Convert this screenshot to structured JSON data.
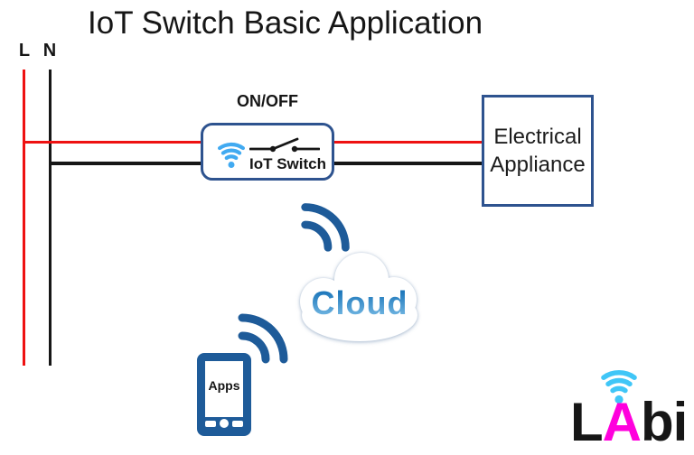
{
  "title": "IoT Switch Basic Application",
  "power_lines": {
    "live_label": "L",
    "neutral_label": "N"
  },
  "iot_switch": {
    "state_label": "ON/OFF",
    "name_label": "IoT Switch",
    "wifi_icon": "wifi-signal-icon",
    "switch_icon": "open-switch-icon"
  },
  "appliance": {
    "line1": "Electrical",
    "line2": "Appliance"
  },
  "cloud": {
    "label": "Cloud",
    "signal_icon": "wireless-arcs-icon"
  },
  "phone": {
    "label": "Apps",
    "device_icon": "smartphone-icon",
    "signal_icon": "wireless-arcs-icon"
  },
  "logo": {
    "letter_l": "L",
    "letter_a": "A",
    "letters_bi": "bi",
    "wifi_icon": "wifi-signal-icon"
  },
  "colors": {
    "wire-red": "#ee1111",
    "ink-black": "#161616",
    "deep-blue": "#1e5b99",
    "box-border-blue": "#2e538f",
    "wifi-light-blue": "#41aaf1",
    "logo-wifi-cyan": "#40c6f7",
    "logo-magenta": "#ff00dd",
    "cloud-text-dark": "#1873b8",
    "cloud-text-light": "#7fc0e8"
  }
}
